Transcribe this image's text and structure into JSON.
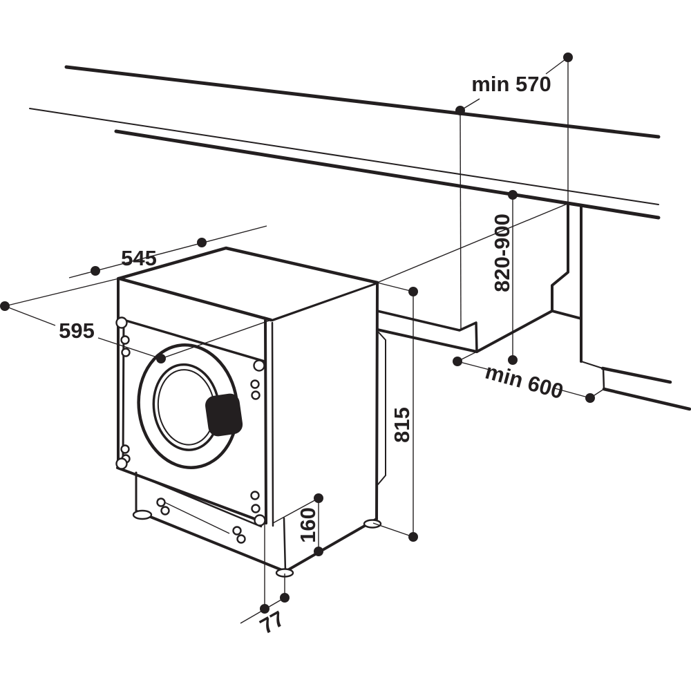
{
  "diagram": {
    "colors": {
      "ink": "#231f20",
      "background": "#ffffff"
    },
    "labels": {
      "depth_top": "545",
      "width_front": "595",
      "niche_depth_min": "min 570",
      "niche_height_range": "820-900",
      "niche_width_min": "min 600",
      "body_height": "815",
      "plinth_height": "160",
      "foot_offset": "77"
    }
  }
}
